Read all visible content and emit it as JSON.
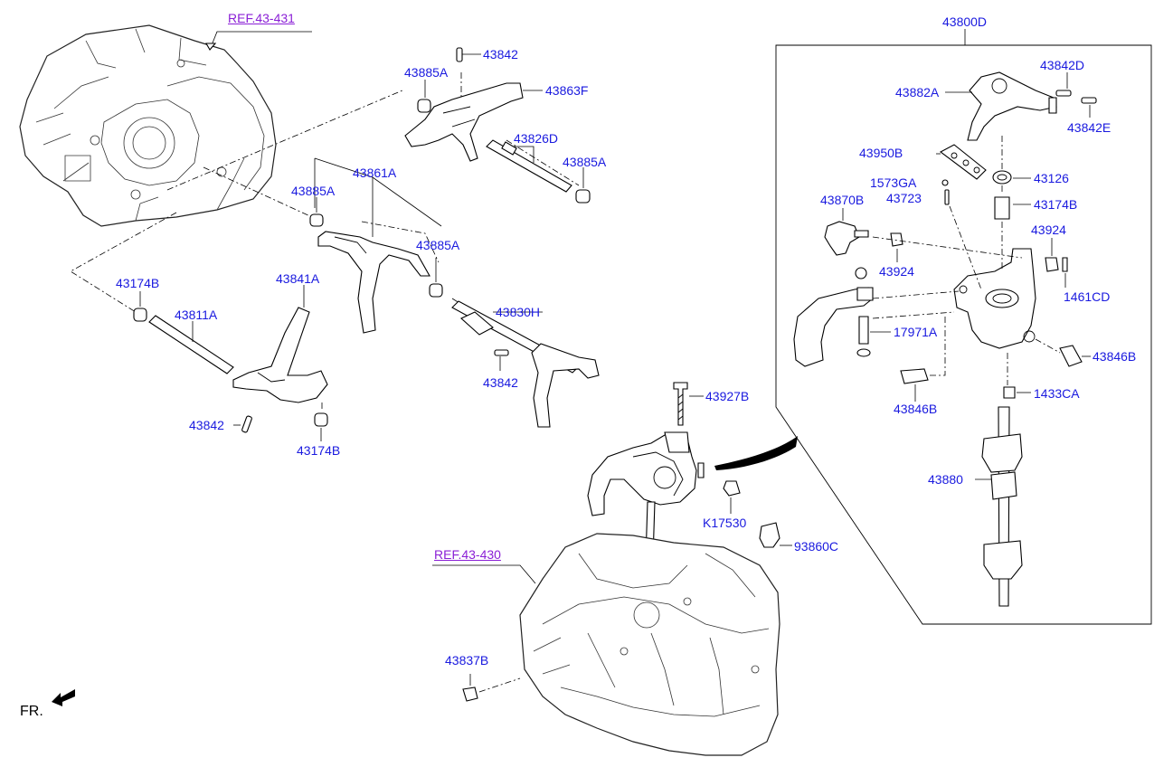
{
  "colors": {
    "label": "#1a1adf",
    "reference": "#8a1fd6",
    "line": "#000000"
  },
  "refs": {
    "ref_431": "REF.43-431",
    "ref_430": "REF.43-430"
  },
  "orientation": "FR.",
  "assembly_box_label": "43800D",
  "parts": {
    "p43842_top": "43842",
    "p43885A_top": "43885A",
    "p43863F": "43863F",
    "p43826D": "43826D",
    "p43885A_right": "43885A",
    "p43861A": "43861A",
    "p43885A_left": "43885A",
    "p43885A_mid": "43885A",
    "p43174B_left": "43174B",
    "p43841A": "43841A",
    "p43811A": "43811A",
    "p43830H": "43830H",
    "p43842_mid": "43842",
    "p43842_bottom": "43842",
    "p43174B_bottom": "43174B",
    "p43927B": "43927B",
    "pK17530": "K17530",
    "p93860C": "93860C",
    "p43837B": "43837B",
    "p43882A": "43882A",
    "p43842D": "43842D",
    "p43842E": "43842E",
    "p43950B": "43950B",
    "p43126": "43126",
    "p1573GA": "1573GA",
    "p43723": "43723",
    "p43870B": "43870B",
    "p43174B_box": "43174B",
    "p43924_right": "43924",
    "p43924_left": "43924",
    "p1461CD": "1461CD",
    "p17971A": "17971A",
    "p43846B_right": "43846B",
    "p43846B_left": "43846B",
    "p1433CA": "1433CA",
    "p43880": "43880"
  }
}
